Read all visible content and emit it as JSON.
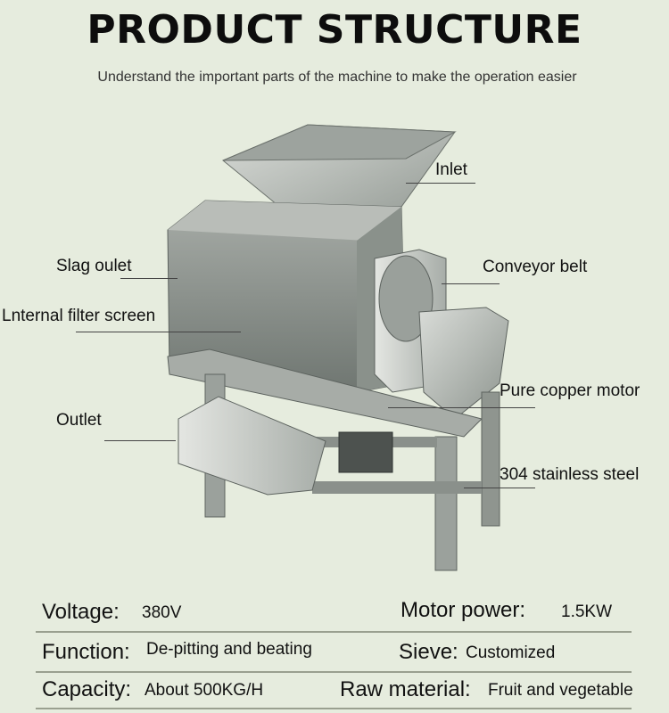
{
  "header": {
    "title": "PRODUCT STRUCTURE",
    "subtitle": "Understand the important parts of the machine to make the operation easier"
  },
  "callouts": {
    "inlet": "Inlet",
    "slag_outlet": "Slag oulet",
    "conveyor_belt": "Conveyor belt",
    "filter_screen": "Lnternal filter screen",
    "copper_motor": "Pure copper motor",
    "outlet": "Outlet",
    "steel": "304 stainless steel"
  },
  "specs": {
    "voltage_label": "Voltage:",
    "voltage_value": "380V",
    "motor_label": "Motor power:",
    "motor_value": "1.5KW",
    "function_label": "Function:",
    "function_value": "De-pitting and beating",
    "sieve_label": "Sieve:",
    "sieve_value": "Customized",
    "capacity_label": "Capacity:",
    "capacity_value": "About 500KG/H",
    "raw_label": "Raw material:",
    "raw_value": "Fruit and vegetable"
  },
  "colors": {
    "background": "#e6ecde",
    "steel_light": "#c8ccc8",
    "steel_dark": "#7e8680"
  }
}
